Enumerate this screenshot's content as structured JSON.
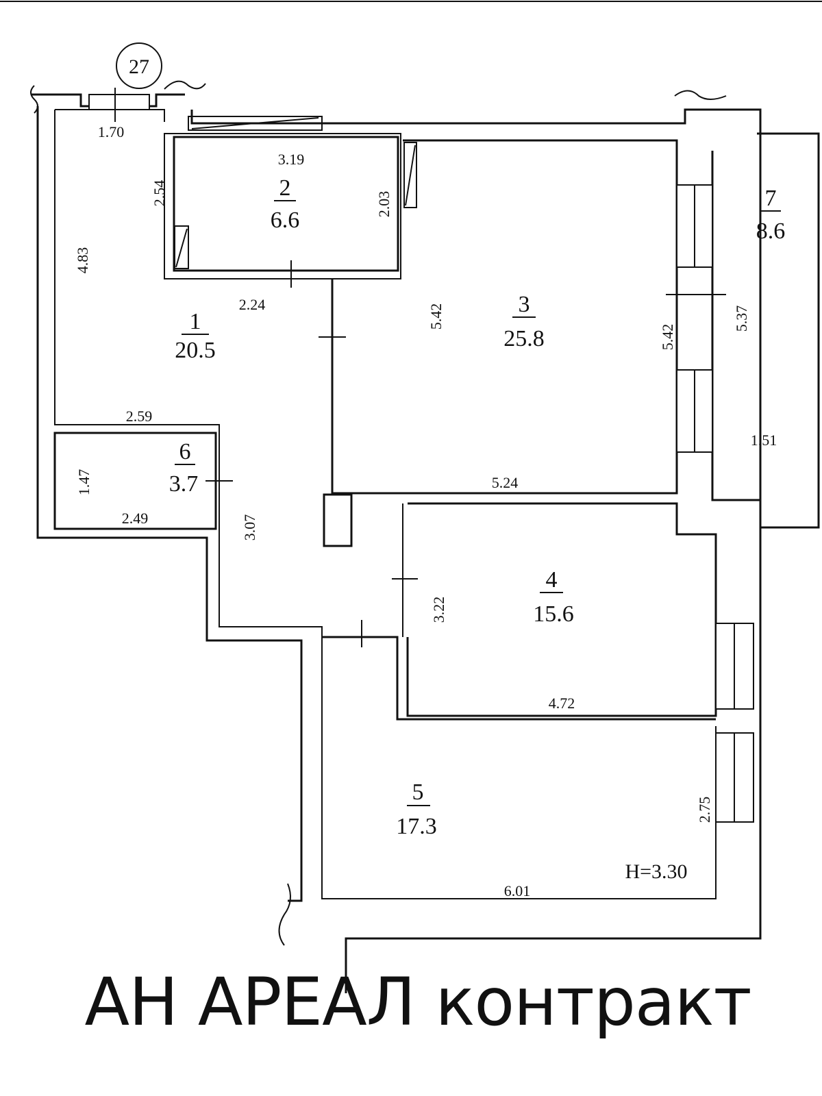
{
  "apartment_number": "27",
  "ceiling_height": "H=3.30",
  "rooms": [
    {
      "number": "1",
      "area": "20.5"
    },
    {
      "number": "2",
      "area": "6.6"
    },
    {
      "number": "3",
      "area": "25.8"
    },
    {
      "number": "4",
      "area": "15.6"
    },
    {
      "number": "5",
      "area": "17.3"
    },
    {
      "number": "6",
      "area": "3.7"
    },
    {
      "number": "7",
      "area": "8.6"
    }
  ],
  "dimensions": {
    "d1_70": "1.70",
    "d3_19": "3.19",
    "d2_54": "2.54",
    "d2_03": "2.03",
    "d4_83": "4.83",
    "d2_24": "2.24",
    "d5_42_left": "5.42",
    "d5_42_right": "5.42",
    "d5_37": "5.37",
    "d1_51": "1.51",
    "d2_59": "2.59",
    "d1_47": "1.47",
    "d2_49": "2.49",
    "d3_07": "3.07",
    "d5_24": "5.24",
    "d3_22": "3.22",
    "d4_72": "4.72",
    "d2_75": "2.75",
    "d6_01": "6.01"
  },
  "watermark": "АН АРЕАЛ контракт"
}
